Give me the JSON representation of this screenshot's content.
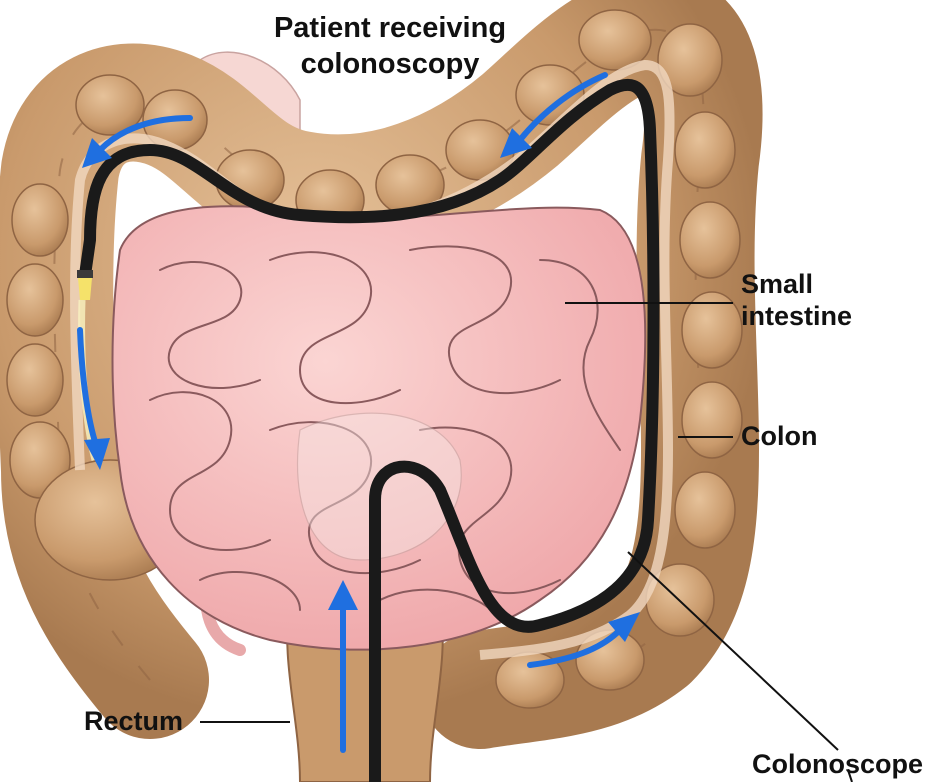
{
  "title": {
    "line1": "Patient receiving",
    "line2": "colonoscopy"
  },
  "labels": {
    "small_intestine": {
      "line1": "Small",
      "line2": "intestine"
    },
    "colon": "Colon",
    "rectum": "Rectum",
    "colonoscope": "Colonoscope"
  },
  "colors": {
    "colon_tan": "#c79a6e",
    "colon_shadow": "#a6774f",
    "intestine_pink": "#f3b7b8",
    "intestine_outline": "#8a5a5d",
    "scope_black": "#1a1a1a",
    "scope_tip": "#f5e26a",
    "arrow_blue": "#1f6fe0"
  },
  "icons": [
    "direction-arrow-icon"
  ]
}
